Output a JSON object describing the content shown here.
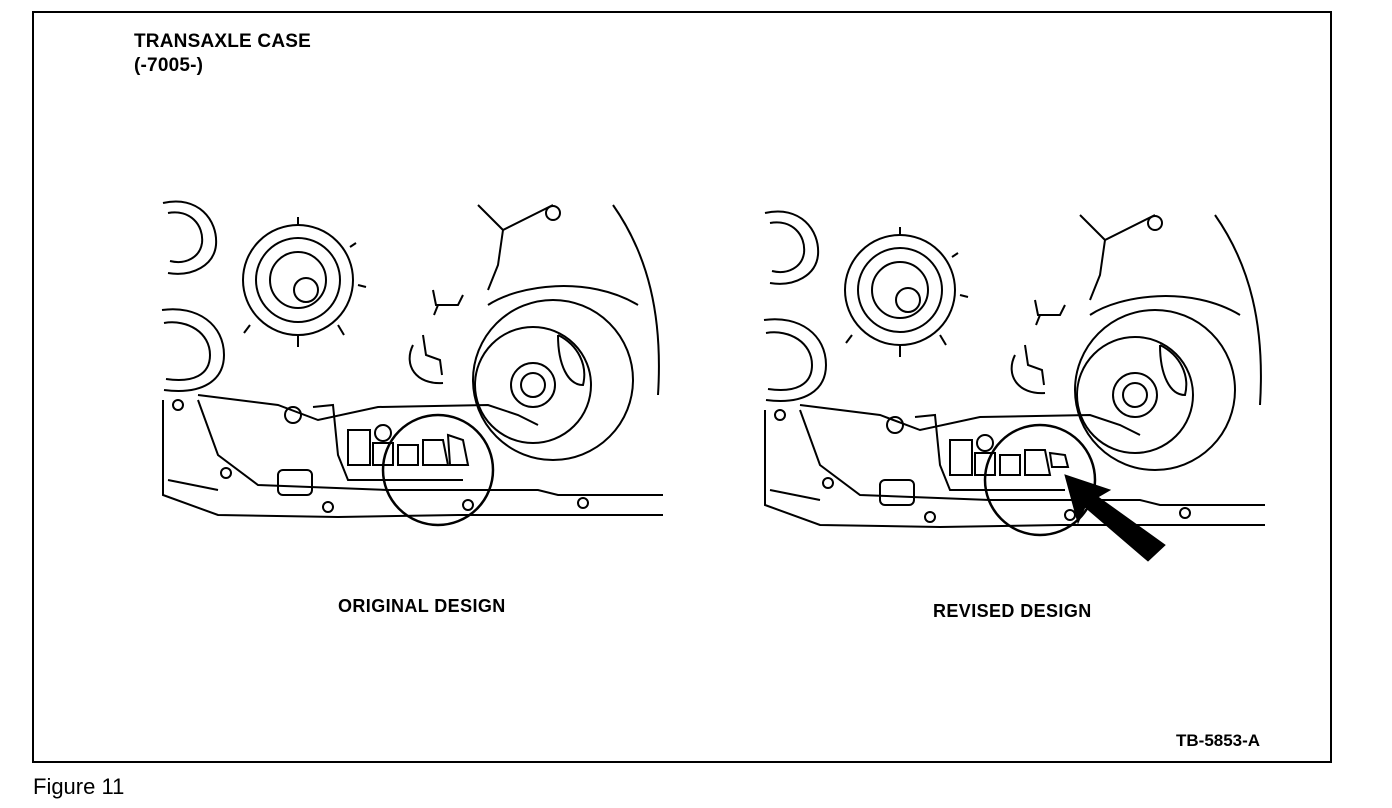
{
  "header": {
    "title_line1": "TRANSAXLE CASE",
    "title_line2": "(-7005-)"
  },
  "panels": {
    "original_caption": "ORIGINAL DESIGN",
    "revised_caption": "REVISED DESIGN"
  },
  "footer": {
    "doc_code": "TB-5853-A",
    "figure_label": "Figure 11"
  },
  "colors": {
    "ink": "#000000",
    "paper": "#ffffff"
  },
  "icons": {
    "callout": "arrow-icon",
    "detail": "circle-highlight"
  }
}
